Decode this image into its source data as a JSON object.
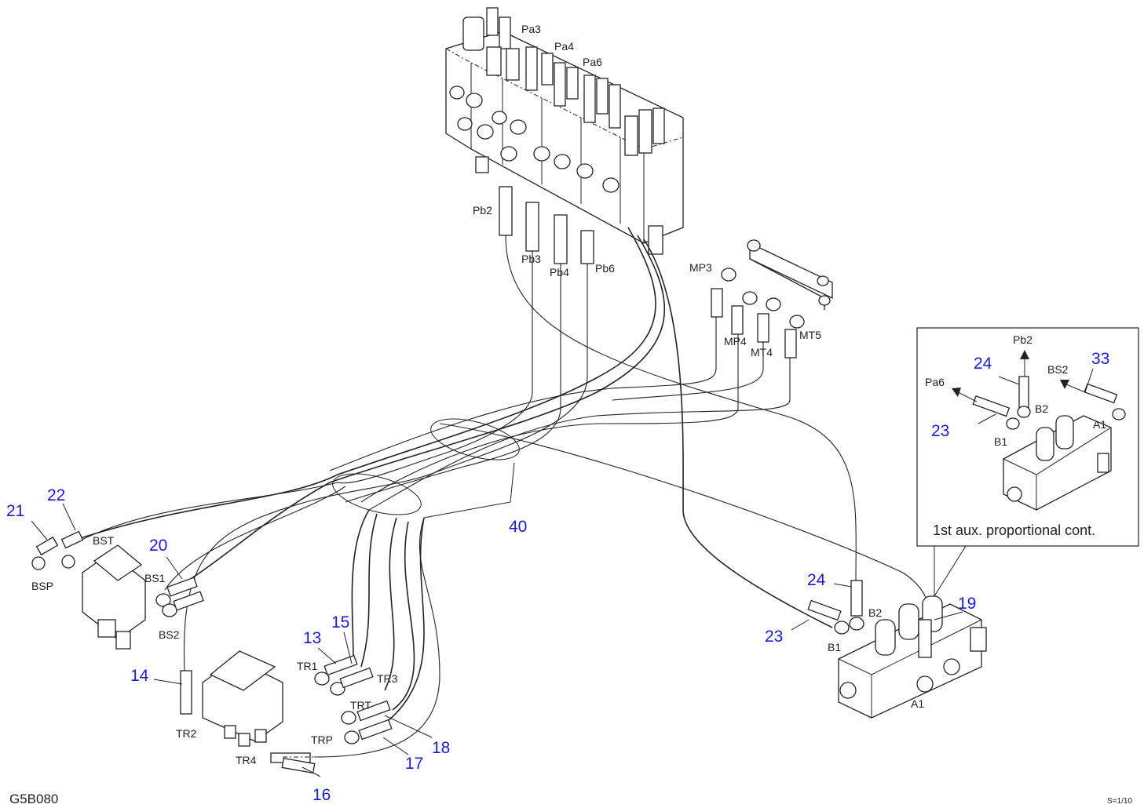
{
  "drawing": {
    "code": "G5B080",
    "scale": "S=1/10"
  },
  "inset": {
    "caption": "1st aux. proportional cont."
  },
  "port_labels": {
    "pa3": "Pa3",
    "pa4": "Pa4",
    "pa6": "Pa6",
    "pb2": "Pb2",
    "pb3": "Pb3",
    "pb4": "Pb4",
    "pb6": "Pb6",
    "mp3": "MP3",
    "mp4": "MP4",
    "mt4": "MT4",
    "mt5": "MT5",
    "bst": "BST",
    "bsp": "BSP",
    "bs1": "BS1",
    "bs2": "BS2",
    "tr1": "TR1",
    "tr2": "TR2",
    "tr3": "TR3",
    "trt": "TRT",
    "trp": "TRP",
    "tr4": "TR4",
    "b1": "B1",
    "b2": "B2",
    "a1": "A1",
    "inset_pb2": "Pb2",
    "inset_pa6": "Pa6",
    "inset_bs2": "BS2",
    "inset_b1": "B1",
    "inset_b2": "B2",
    "inset_a1": "A1"
  },
  "callouts": {
    "c21": "21",
    "c22": "22",
    "c20": "20",
    "c14": "14",
    "c13": "13",
    "c15": "15",
    "c16": "16",
    "c17": "17",
    "c18": "18",
    "c40": "40",
    "c24": "24",
    "c23": "23",
    "c19": "19",
    "inset_24": "24",
    "inset_23": "23",
    "inset_33": "33"
  }
}
